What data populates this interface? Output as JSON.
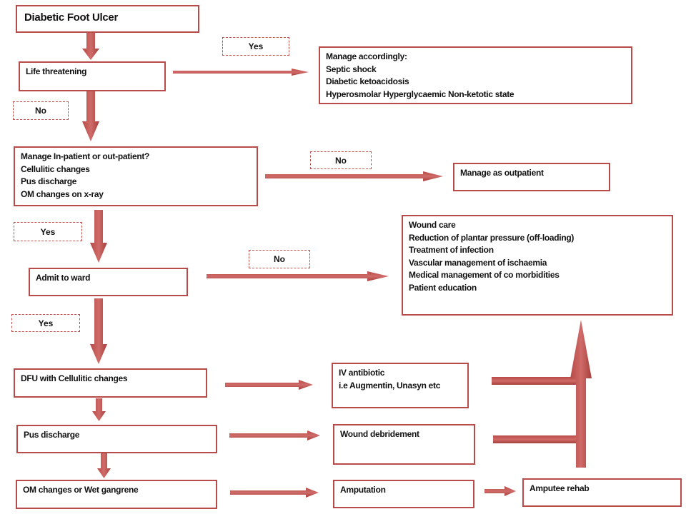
{
  "title": "Diabetic Foot Ulcer",
  "life_threatening": "Life threatening",
  "manage_accordingly": [
    "Manage accordingly:",
    "Septic shock",
    "Diabetic ketoacidosis",
    "Hyperosmolar Hyperglycaemic Non-ketotic state"
  ],
  "manage_in_out": [
    "Manage In-patient or out-patient?",
    "Cellulitic changes",
    "Pus discharge",
    "OM changes on x-ray"
  ],
  "manage_outpatient": "Manage as outpatient",
  "admit_to_ward": "Admit to ward",
  "wound_care": [
    "Wound care",
    "Reduction of plantar pressure (off-loading)",
    "Treatment of infection",
    "Vascular management of ischaemia",
    "Medical management of co morbidities",
    "Patient education"
  ],
  "dfu_cellulitic": "DFU with Cellulitic changes",
  "iv_antibiotic": [
    "IV antibiotic",
    "i.e Augmentin, Unasyn etc"
  ],
  "pus_discharge": "Pus discharge",
  "wound_debridement": "Wound debridement",
  "om_changes": "OM changes or Wet gangrene",
  "amputation": "Amputation",
  "amputee_rehab": "Amputee rehab",
  "labels": {
    "yes_1": "Yes",
    "no_1": "No",
    "no_2": "No",
    "yes_2": "Yes",
    "no_3": "No",
    "yes_3": "Yes"
  },
  "colors": {
    "arrow": "#c0504d",
    "border": "#b84a4a"
  }
}
